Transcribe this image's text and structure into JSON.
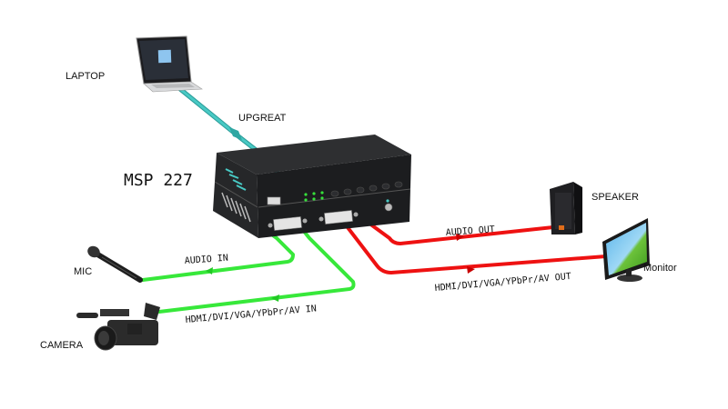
{
  "diagram": {
    "device": {
      "name": "MSP 227"
    },
    "nodes": {
      "laptop": {
        "label": "LAPTOP"
      },
      "mic": {
        "label": "MIC"
      },
      "camera": {
        "label": "CAMERA"
      },
      "speaker": {
        "label": "SPEAKER"
      },
      "monitor": {
        "label": "Monitor"
      }
    },
    "connections": [
      {
        "id": "upgrade",
        "label": "UPGREAT",
        "from": "LAPTOP",
        "to": "MSP 227",
        "color": "#3bb8b4"
      },
      {
        "id": "audio-in",
        "label": "AUDIO IN",
        "from": "MIC",
        "to": "MSP 227",
        "color": "#37e83a"
      },
      {
        "id": "video-in",
        "label": "HDMI/DVI/VGA/YPbPr/AV IN",
        "from": "CAMERA",
        "to": "MSP 227",
        "color": "#37e83a"
      },
      {
        "id": "audio-out",
        "label": "AUDIO OUT",
        "from": "MSP 227",
        "to": "SPEAKER",
        "color": "#ee1111"
      },
      {
        "id": "video-out",
        "label": "HDMI/DVI/VGA/YPbPr/AV OUT",
        "from": "MSP 227",
        "to": "Monitor",
        "color": "#ee1111"
      }
    ]
  }
}
